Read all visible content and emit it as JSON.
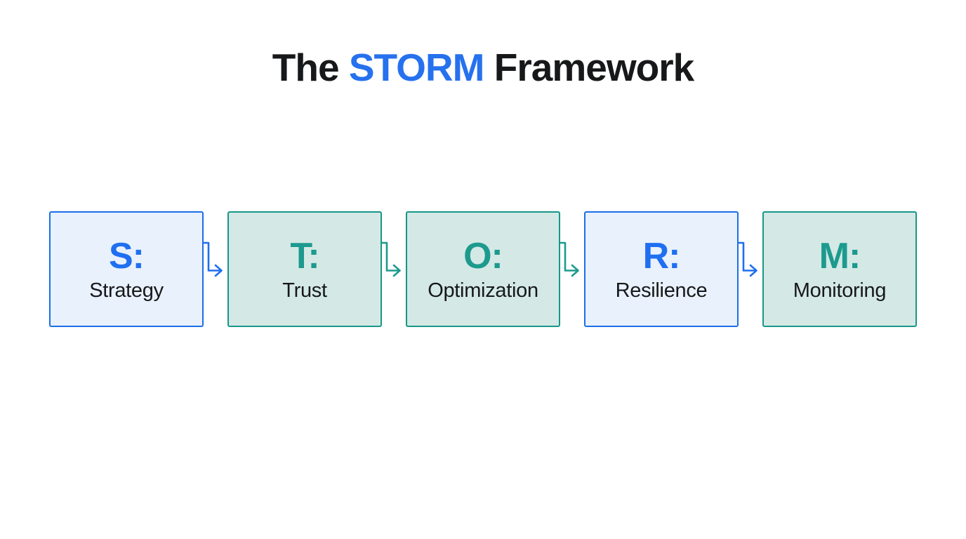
{
  "title": {
    "prefix": "The ",
    "highlight": "STORM",
    "suffix": " Framework"
  },
  "colors": {
    "blue": "#1f6ff0",
    "blue_border": "#1c6fe8",
    "blue_fill": "#e9f1fd",
    "teal": "#1d9a8e",
    "teal_border": "#17978a",
    "teal_fill": "#d4e9e5",
    "title_highlight": "#2671ee",
    "ink": "#17181a",
    "bg": "#ffffff"
  },
  "boxes": [
    {
      "letter": "S:",
      "label": "Strategy",
      "theme": "blue"
    },
    {
      "letter": "T:",
      "label": "Trust",
      "theme": "teal"
    },
    {
      "letter": "O:",
      "label": "Optimization",
      "theme": "teal"
    },
    {
      "letter": "R:",
      "label": "Resilience",
      "theme": "blue"
    },
    {
      "letter": "M:",
      "label": "Monitoring",
      "theme": "teal"
    }
  ],
  "arrows": [
    {
      "from": "S",
      "to": "T",
      "theme": "blue"
    },
    {
      "from": "T",
      "to": "O",
      "theme": "teal"
    },
    {
      "from": "O",
      "to": "R",
      "theme": "teal"
    },
    {
      "from": "R",
      "to": "M",
      "theme": "blue"
    }
  ]
}
